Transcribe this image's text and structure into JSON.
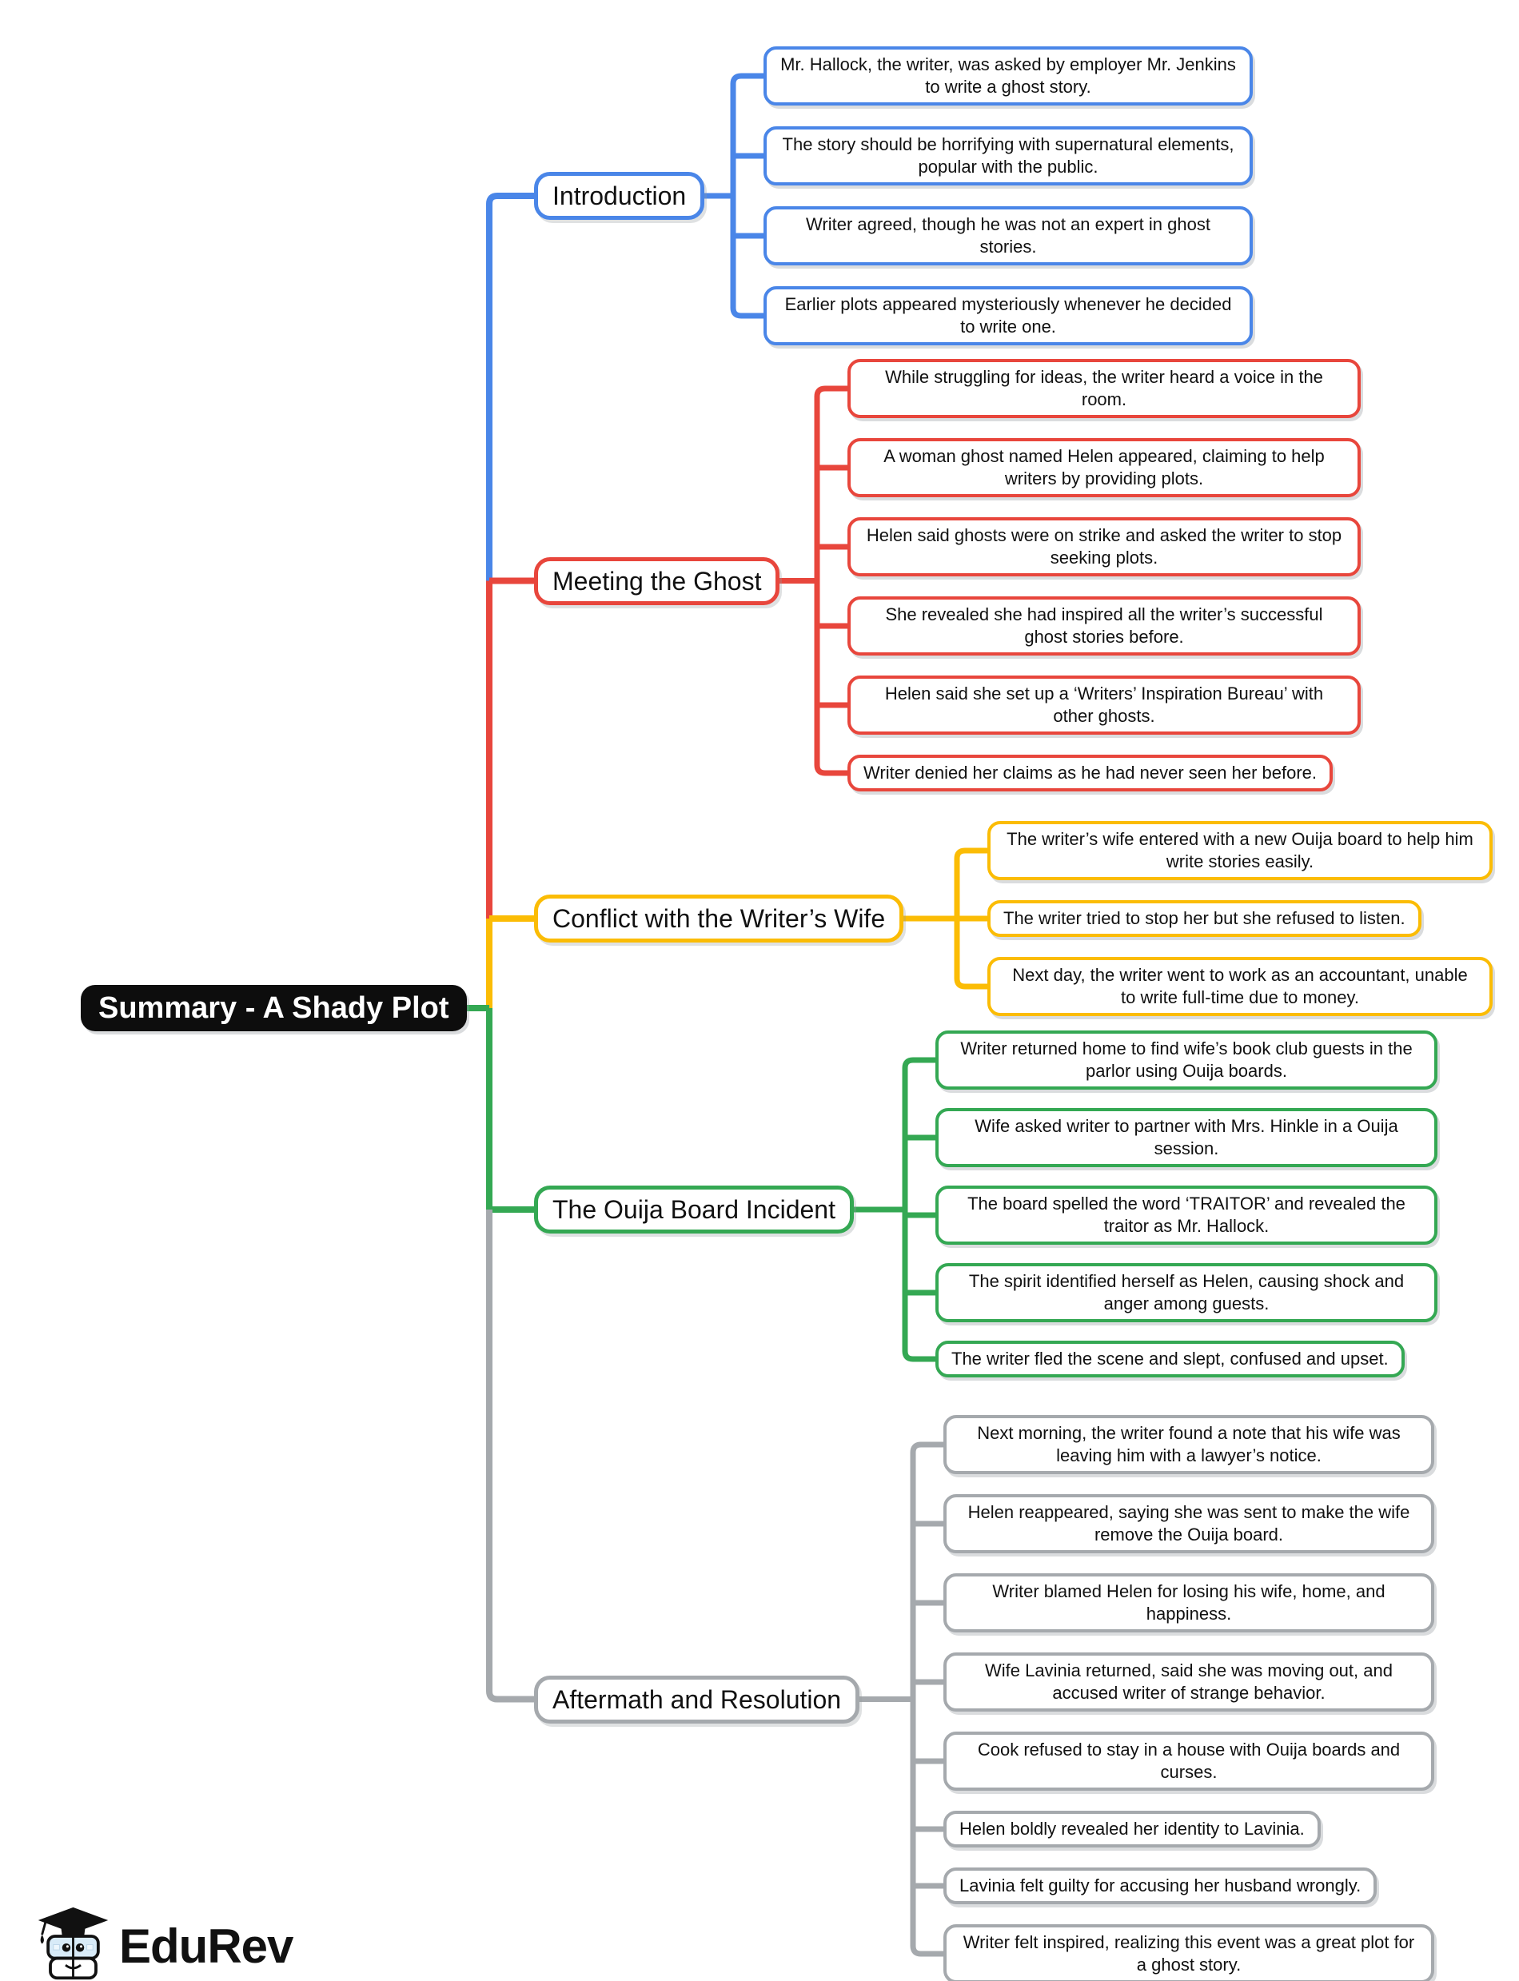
{
  "root": {
    "label": "Summary - A Shady Plot",
    "bg_color": "#0d0d0d",
    "text_color": "#ffffff"
  },
  "branches": [
    {
      "id": "introduction",
      "label": "Introduction",
      "color": "#4a86e8",
      "leaves": [
        "Mr. Hallock, the writer, was asked by employer Mr. Jenkins to write a ghost story.",
        "The story should be horrifying with supernatural elements, popular with the public.",
        "Writer agreed, though he was not an expert in ghost stories.",
        "Earlier plots appeared mysteriously whenever he decided to write one."
      ]
    },
    {
      "id": "meeting-the-ghost",
      "label": "Meeting the Ghost",
      "color": "#e8463c",
      "leaves": [
        "While struggling for ideas, the writer heard a voice in the room.",
        "A woman ghost named Helen appeared, claiming to help writers by providing plots.",
        "Helen said ghosts were on strike and asked the writer to stop seeking plots.",
        "She revealed she had inspired all the writer’s successful ghost stories before.",
        "Helen said she set up a ‘Writers’ Inspiration Bureau’ with other ghosts.",
        "Writer denied her claims as he had never seen her before."
      ]
    },
    {
      "id": "conflict-with-the-writers-wife",
      "label": "Conflict with the Writer’s Wife",
      "color": "#fbbc05",
      "leaves": [
        "The writer’s wife entered with a new Ouija board to help him write stories easily.",
        "The writer tried to stop her but she refused to listen.",
        "Next day, the writer went to work as an accountant, unable to write full-time due to money."
      ]
    },
    {
      "id": "the-ouija-board-incident",
      "label": "The Ouija Board Incident",
      "color": "#34a853",
      "leaves": [
        "Writer returned home to find wife’s book club guests in the parlor using Ouija boards.",
        "Wife asked writer to partner with Mrs. Hinkle in a Ouija session.",
        "The board spelled the word ‘TRAITOR’ and revealed the traitor as Mr. Hallock.",
        "The spirit identified herself as Helen, causing shock and anger among guests.",
        "The writer fled the scene and slept, confused and upset."
      ]
    },
    {
      "id": "aftermath-and-resolution",
      "label": "Aftermath and Resolution",
      "color": "#a5a9ad",
      "leaves": [
        "Next morning, the writer found a note that his wife was leaving him with a lawyer’s notice.",
        "Helen reappeared, saying she was sent to make the wife remove the Ouija board.",
        "Writer blamed Helen for losing his wife, home, and happiness.",
        "Wife Lavinia returned, said she was moving out, and accused writer of strange behavior.",
        "Cook refused to stay in a house with Ouija boards and curses.",
        "Helen boldly revealed her identity to Lavinia.",
        "Lavinia felt guilty for accusing her husband wrongly.",
        "Writer felt inspired, realizing this event was a great plot for a ghost story."
      ]
    }
  ],
  "logo": {
    "text": "EduRev"
  }
}
